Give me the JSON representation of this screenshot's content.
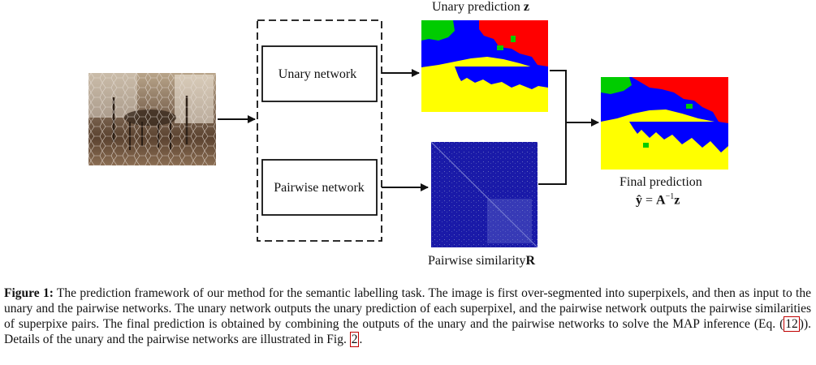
{
  "diagram": {
    "unary_network_label": "Unary network",
    "pairwise_network_label": "Pairwise network",
    "unary_prediction_label": "Unary prediction",
    "unary_prediction_symbol": "z",
    "pairwise_similarity_label": "Pairwise similarity",
    "pairwise_similarity_symbol": "R",
    "final_prediction_label": "Final prediction",
    "final_prediction_formula_lhs": "ŷ",
    "final_prediction_formula_eq": " = ",
    "final_prediction_formula_A": "A",
    "final_prediction_formula_exp": "−1",
    "final_prediction_formula_z": "z"
  },
  "segmentation_colors": {
    "class_1": "#ffff00",
    "class_2": "#0000ff",
    "class_3": "#ff0000",
    "class_4": "#00cc00"
  },
  "caption": {
    "label": "Figure 1:",
    "text_before_ref1": " The prediction framework of our method for the semantic labelling task. The image is first over-segmented into superpixels, and then as input to the unary and the pairwise networks. The unary network outputs the unary prediction of each superpixel, and the pairwise network outputs the pairwise similarities of superpixe pairs. The final prediction is obtained by combining the outputs of the unary and the pairwise networks to solve the MAP inference (Eq. (",
    "ref_eq": "12",
    "text_between": ")). Details of the unary and the pairwise networks are illustrated in Fig. ",
    "ref_fig": "2",
    "text_after": "."
  }
}
